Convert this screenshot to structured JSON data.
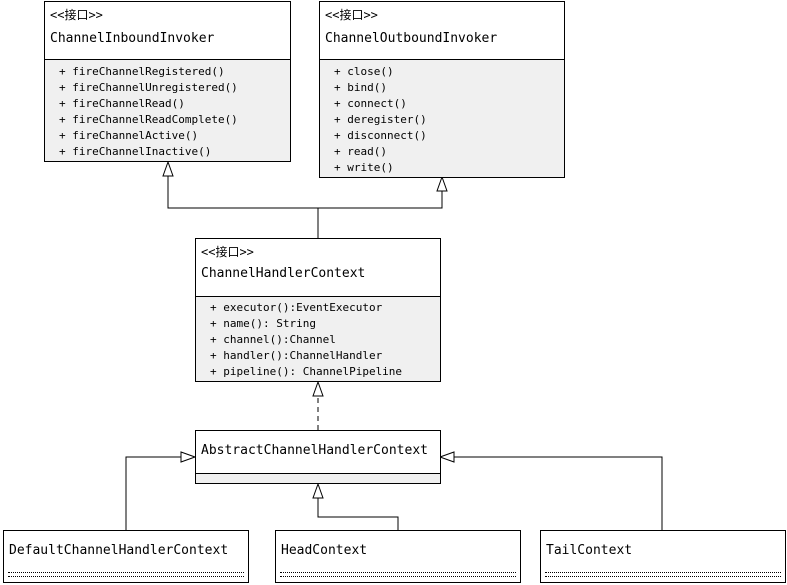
{
  "stereotype": "<<接口>>",
  "classes": {
    "inbound": {
      "name": "ChannelInboundInvoker",
      "methods": [
        "+ fireChannelRegistered()",
        "+ fireChannelUnregistered()",
        "+ fireChannelRead()",
        "+ fireChannelReadComplete()",
        "+ fireChannelActive()",
        "+ fireChannelInactive()"
      ]
    },
    "outbound": {
      "name": "ChannelOutboundInvoker",
      "methods": [
        "+ close()",
        "+ bind()",
        "+ connect()",
        "+ deregister()",
        "+ disconnect()",
        "+ read()",
        "+ write()"
      ]
    },
    "context": {
      "name": "ChannelHandlerContext",
      "methods": [
        "+ executor():EventExecutor",
        "+ name(): String",
        "+ channel():Channel",
        "+ handler():ChannelHandler",
        "+ pipeline(): ChannelPipeline"
      ]
    },
    "abstract": {
      "name": "AbstractChannelHandlerContext"
    },
    "default": {
      "name": "DefaultChannelHandlerContext"
    },
    "head": {
      "name": "HeadContext"
    },
    "tail": {
      "name": "TailContext"
    }
  }
}
